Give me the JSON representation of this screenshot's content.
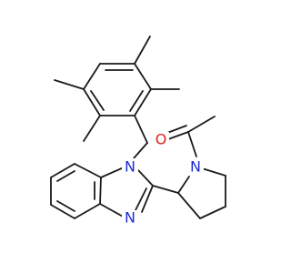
{
  "molecule": {
    "atom_colors": {
      "N": "#1f2bd6",
      "O": "#e0201b",
      "C": "#1a1a1a"
    },
    "labels": {
      "N1": "N",
      "N2": "N",
      "N3": "N",
      "O1": "O"
    }
  }
}
